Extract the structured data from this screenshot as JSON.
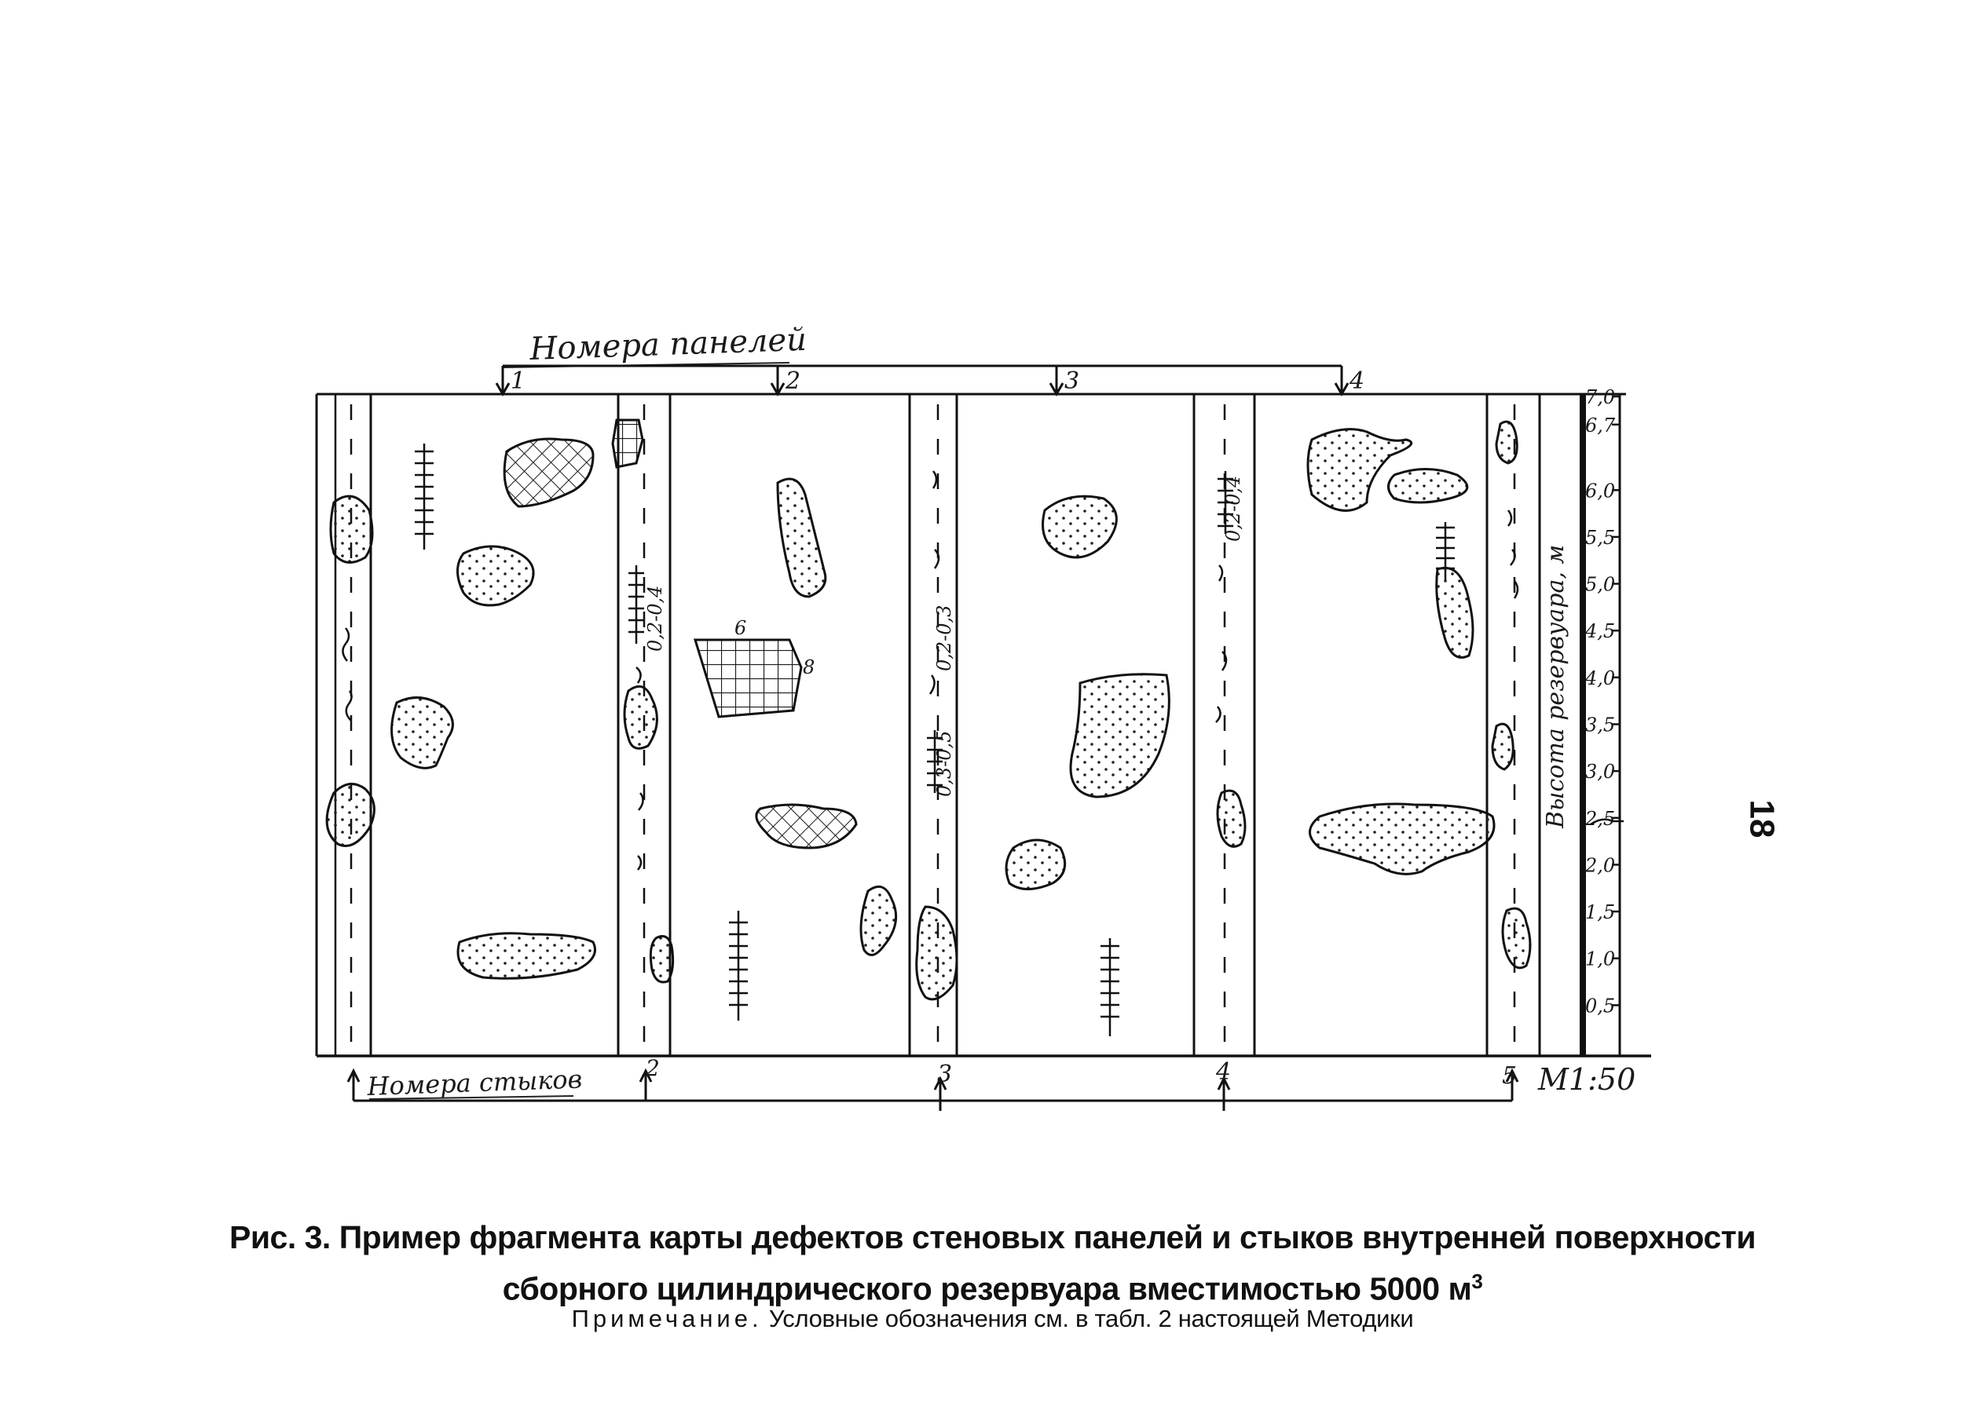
{
  "page_number": "18",
  "drawing": {
    "panels_label": "Номера панелей",
    "panel_numbers": [
      "1",
      "2",
      "3",
      "4"
    ],
    "joints_label": "Номера стыков",
    "joint_numbers": [
      "2",
      "3",
      "4",
      "5"
    ],
    "scale": "М1:50",
    "height_axis_label": "Высота резервуара, м",
    "height_ticks": [
      "7,0",
      "6,7",
      "6,0",
      "5,5",
      "5,0",
      "4,5",
      "4,0",
      "3,5",
      "3,0",
      "2,5",
      "2,0",
      "1,5",
      "1,0",
      "0,5"
    ],
    "joint_annotations": [
      "0,2-0,4",
      "0,2-0,3",
      "0,3-0,5",
      "0,2-0,4"
    ],
    "mesh_area_labels": [
      "6",
      "8"
    ]
  },
  "caption": {
    "title_line1": "Рис. 3. Пример фрагмента карты дефектов стеновых панелей и стыков внутренней поверхности",
    "title_line2": "сборного цилиндрического резервуара вместимостью 5000 м",
    "title_sup": "3",
    "note_label": "Примечание.",
    "note_text": " Условные обозначения см. в табл. 2 настоящей Методики"
  }
}
